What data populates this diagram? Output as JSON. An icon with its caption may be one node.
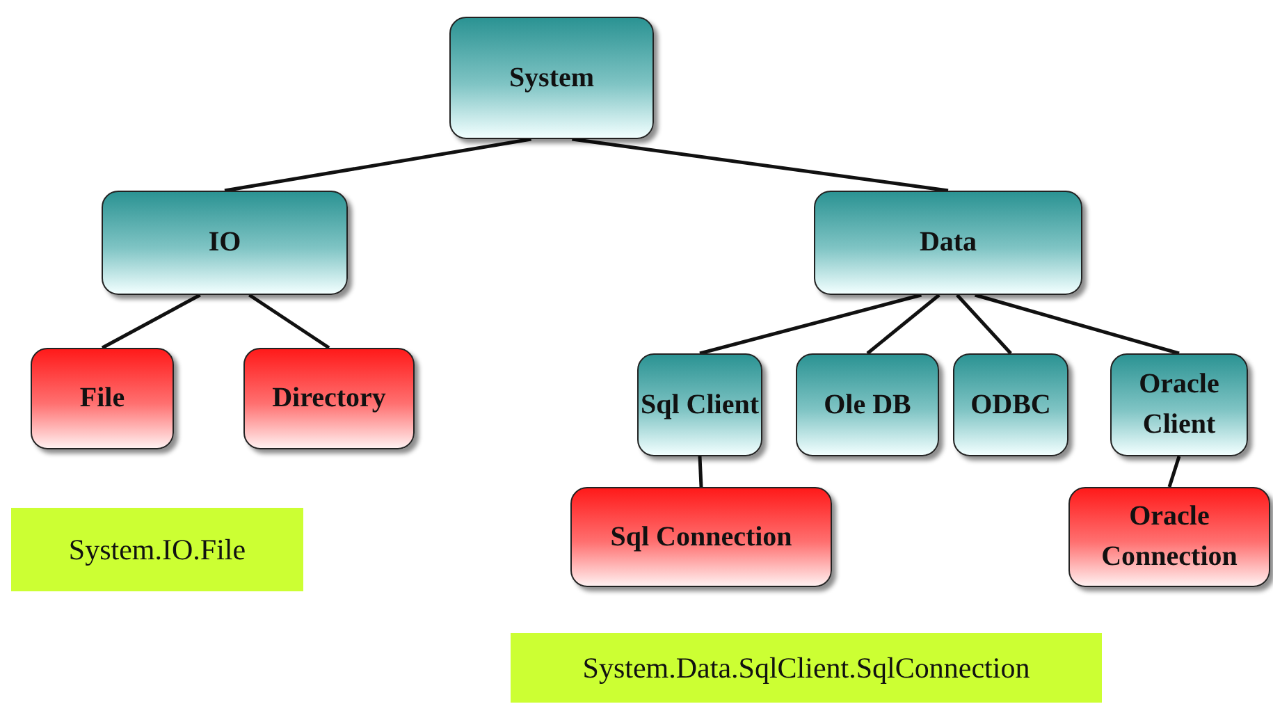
{
  "diagram": {
    "nodes": [
      {
        "text": [
          "System"
        ]
      },
      {
        "text": [
          "IO"
        ]
      },
      {
        "text": [
          "Data"
        ]
      },
      {
        "text": [
          "File"
        ]
      },
      {
        "text": [
          "Directory"
        ]
      },
      {
        "text": [
          "Sql Client"
        ]
      },
      {
        "text": [
          "Ole DB"
        ]
      },
      {
        "text": [
          "ODBC"
        ]
      },
      {
        "text": [
          "Oracle Client"
        ]
      },
      {
        "text": [
          "Sql Connection"
        ]
      },
      {
        "text": [
          "Oracle Connection"
        ]
      }
    ],
    "edges": [
      {
        "from": 0,
        "to": 1,
        "arrow": "none"
      },
      {
        "from": 0,
        "to": 2,
        "arrow": "none"
      },
      {
        "from": 1,
        "to": 3,
        "arrow": "none"
      },
      {
        "from": 1,
        "to": 4,
        "arrow": "none"
      },
      {
        "from": 2,
        "to": 5,
        "arrow": "none"
      },
      {
        "from": 2,
        "to": 6,
        "arrow": "none"
      },
      {
        "from": 2,
        "to": 7,
        "arrow": "none"
      },
      {
        "from": 2,
        "to": 8,
        "arrow": "none"
      },
      {
        "from": 5,
        "to": 9,
        "arrow": "none"
      },
      {
        "from": 8,
        "to": 10,
        "arrow": "none"
      }
    ],
    "labels": [
      "System.IO.File",
      "System.Data.SqlClient.SqlConnection"
    ]
  }
}
